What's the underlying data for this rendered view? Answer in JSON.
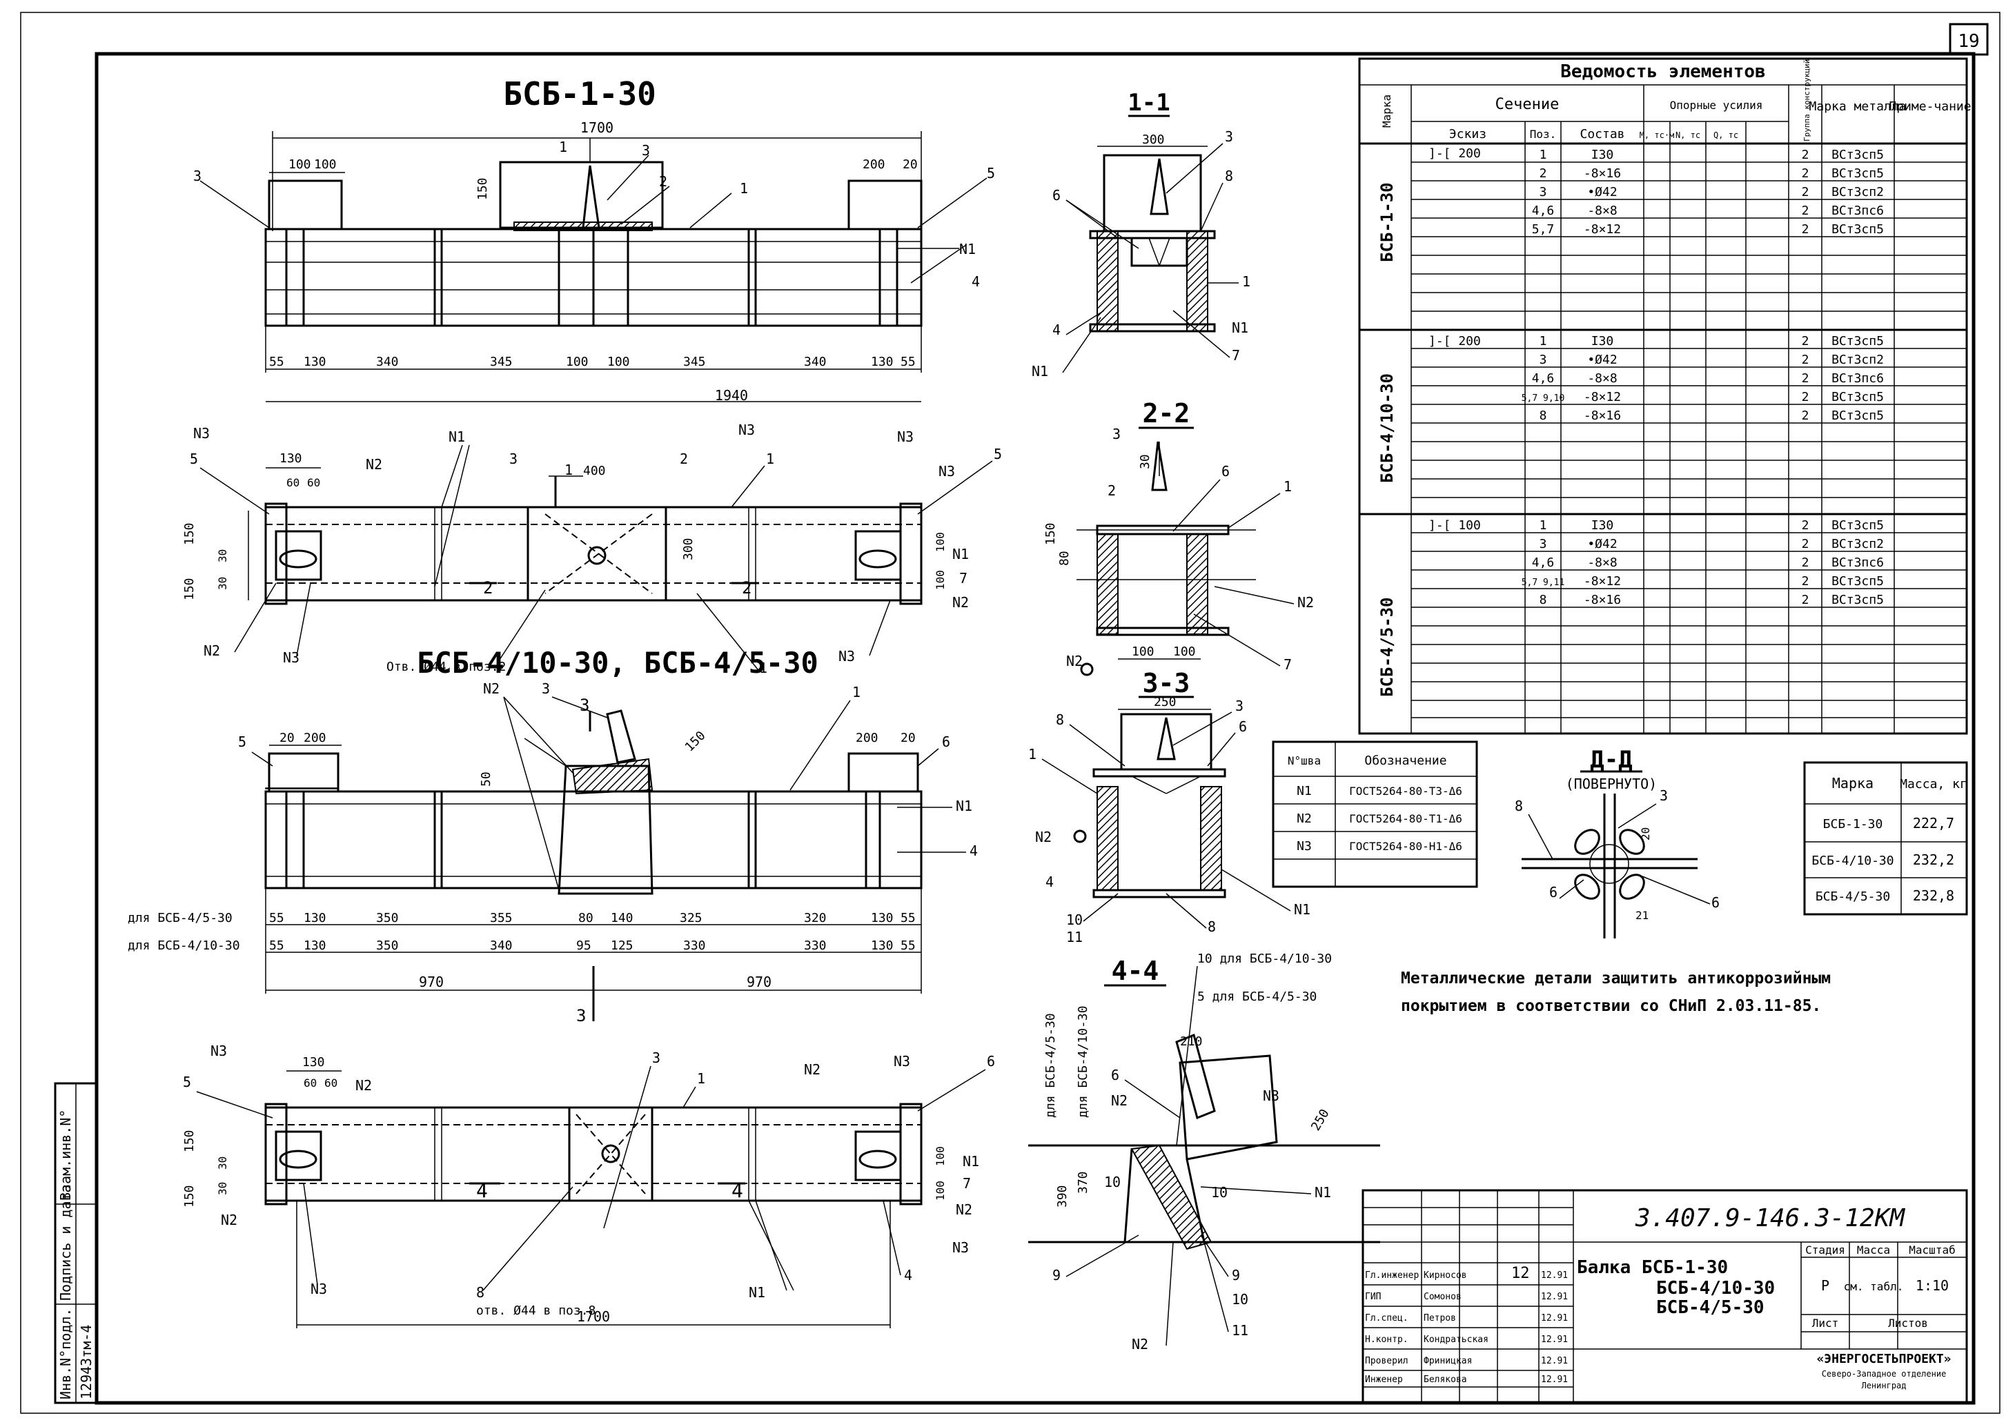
{
  "sheet_number": "19",
  "drawing": {
    "main_title": "БСБ-1-30",
    "alt_title": "БСБ-4/10-30, БСБ-4/5-30",
    "sections": [
      "1-1",
      "2-2",
      "3-3",
      "4-4",
      "Д-Д",
      "(ПОВЕРНУТО)"
    ],
    "section_marks_plan": [
      "2",
      "2",
      "4",
      "4",
      "1",
      "1",
      "3",
      "3"
    ],
    "dims_top": [
      "1700",
      "100",
      "100",
      "150",
      "200",
      "20",
      "300"
    ],
    "dims_row1": [
      "55",
      "130",
      "340",
      "345",
      "100",
      "100",
      "345",
      "340",
      "130",
      "55"
    ],
    "dim_total_1": "1940",
    "dims_plan1": [
      "130",
      "60",
      "60",
      "400",
      "300",
      "150",
      "150",
      "30",
      "30",
      "100",
      "100"
    ],
    "hole_note_1": "Отв. Ø44 в поз.2",
    "hole_note_2": "отв. Ø44 в поз.8",
    "dims_elev2_top": [
      "20",
      "200",
      "200",
      "20",
      "50",
      "150"
    ],
    "row_b5_label": "для БСБ-4/5-30",
    "row_b5": [
      "55",
      "130",
      "350",
      "355",
      "80",
      "140",
      "325",
      "320",
      "130",
      "55"
    ],
    "row_b10_label": "для БСБ-4/10-30",
    "row_b10": [
      "55",
      "130",
      "350",
      "340",
      "95",
      "125",
      "330",
      "330",
      "130",
      "55"
    ],
    "dim_970a": "970",
    "dim_970b": "970",
    "dims_plan2": [
      "130",
      "60",
      "60",
      "150",
      "150",
      "30",
      "30",
      "100",
      "100",
      "1700"
    ],
    "dims_sec2": [
      "30",
      "150",
      "80",
      "100",
      "100"
    ],
    "dims_sec3": [
      "250"
    ],
    "dims_sec4": [
      "210",
      "250",
      "390",
      "370"
    ],
    "sec4_note_10": "10  для БСБ-4/10-30",
    "sec4_note_5": "5  для БСБ-4/5-30",
    "sec4_vert_b5": "для БСБ-4/5-30",
    "sec4_vert_b10": "для БСБ-4/10-30",
    "callouts": [
      "1",
      "2",
      "3",
      "4",
      "5",
      "6",
      "7",
      "8",
      "9",
      "10",
      "11",
      "N1",
      "N2",
      "N3"
    ],
    "dims_dd": [
      "20",
      "21"
    ]
  },
  "note": {
    "line1": "Металлические детали защитить антикоррозийным",
    "line2": "покрытием в соответствии со СНиП 2.03.11-85."
  },
  "elements_table": {
    "title": "Ведомость элементов",
    "headers": {
      "mark": "Марка",
      "section": "Сечение",
      "sketch": "Эскиз",
      "pos": "Поз.",
      "composition": "Состав",
      "support_forces": "Опорные усилия",
      "M": "М, тс·м",
      "N": "N, тс",
      "Q": "Q, тс",
      "group": "Группа конструкций",
      "metal": "Марка металла",
      "remark": "Приме-чание"
    },
    "groups": [
      {
        "mark": "БСБ-1-30",
        "sketch": "]-[ 200",
        "rows": [
          {
            "pos": "1",
            "comp": "I30",
            "grp": "2",
            "metal": "ВСт3сп5"
          },
          {
            "pos": "2",
            "comp": "-8×16",
            "grp": "2",
            "metal": "ВСт3сп5"
          },
          {
            "pos": "3",
            "comp": "•Ø42",
            "grp": "2",
            "metal": "ВСт3сп2"
          },
          {
            "pos": "4,6",
            "comp": "-8×8",
            "grp": "2",
            "metal": "ВСт3пс6"
          },
          {
            "pos": "5,7",
            "comp": "-8×12",
            "grp": "2",
            "metal": "ВСт3сп5"
          }
        ]
      },
      {
        "mark": "БСБ-4/10-30",
        "sketch": "]-[ 200",
        "rows": [
          {
            "pos": "1",
            "comp": "I30",
            "grp": "2",
            "metal": "ВСт3сп5"
          },
          {
            "pos": "3",
            "comp": "•Ø42",
            "grp": "2",
            "metal": "ВСт3сп2"
          },
          {
            "pos": "4,6",
            "comp": "-8×8",
            "grp": "2",
            "metal": "ВСт3пс6"
          },
          {
            "pos": "5,7 9,10",
            "comp": "-8×12",
            "grp": "2",
            "metal": "ВСт3сп5"
          },
          {
            "pos": "8",
            "comp": "-8×16",
            "grp": "2",
            "metal": "ВСт3сп5"
          }
        ]
      },
      {
        "mark": "БСБ-4/5-30",
        "sketch": "]-[ 100",
        "rows": [
          {
            "pos": "1",
            "comp": "I30",
            "grp": "2",
            "metal": "ВСт3сп5"
          },
          {
            "pos": "3",
            "comp": "•Ø42",
            "grp": "2",
            "metal": "ВСт3сп2"
          },
          {
            "pos": "4,6",
            "comp": "-8×8",
            "grp": "2",
            "metal": "ВСт3пс6"
          },
          {
            "pos": "5,7 9,11",
            "comp": "-8×12",
            "grp": "2",
            "metal": "ВСт3сп5"
          },
          {
            "pos": "8",
            "comp": "-8×16",
            "grp": "2",
            "metal": "ВСт3сп5"
          }
        ]
      }
    ]
  },
  "designation_table": {
    "headers": [
      "N°шва",
      "Обозначение"
    ],
    "rows": [
      [
        "N1",
        "ГОСТ5264-80-Т3-Δ6"
      ],
      [
        "N2",
        "ГОСТ5264-80-Т1-Δ6"
      ],
      [
        "N3",
        "ГОСТ5264-80-Н1-Δ6"
      ]
    ]
  },
  "mass_table": {
    "headers": [
      "Марка",
      "Масса, кг"
    ],
    "rows": [
      [
        "БСБ-1-30",
        "222,7"
      ],
      [
        "БСБ-4/10-30",
        "232,2"
      ],
      [
        "БСБ-4/5-30",
        "232,8"
      ]
    ]
  },
  "title_block": {
    "code": "3.407.9-146.3-12КМ",
    "name_l1": "Балка  БСБ-1-30",
    "name_l2": "БСБ-4/10-30",
    "name_l3": "БСБ-4/5-30",
    "stage_h": "Стадия",
    "mass_h": "Масса",
    "scale_h": "Масштаб",
    "stage": "Р",
    "mass": "см. табл.",
    "scale": "1:10",
    "sheet_h": "Лист",
    "sheets_h": "Листов",
    "org_l1": "«ЭНЕРГОСЕТЬПРОЕКТ»",
    "org_l2": "Северо-Западное отделение",
    "org_l3": "Ленинград",
    "signers": [
      {
        "role": "Гл.инженер",
        "name": "Кирносов",
        "date": "12.91"
      },
      {
        "role": "ГИП",
        "name": "Сомонов",
        "date": "12.91"
      },
      {
        "role": "Гл.спец.",
        "name": "Петров",
        "date": "12.91"
      },
      {
        "role": "Н.контр.",
        "name": "Кондратьская",
        "date": "12.91"
      },
      {
        "role": "Проверил",
        "name": "Фриницкая",
        "date": "12.91"
      },
      {
        "role": "Инженер",
        "name": "Белякова",
        "date": "12.91"
      }
    ],
    "sheet_idx": "12"
  },
  "side_stamp": {
    "c1": "Инв.N°подл.",
    "c2": "Подпись и дата",
    "c3": "Взам.инв.N°",
    "inv": "12943тм-4"
  }
}
